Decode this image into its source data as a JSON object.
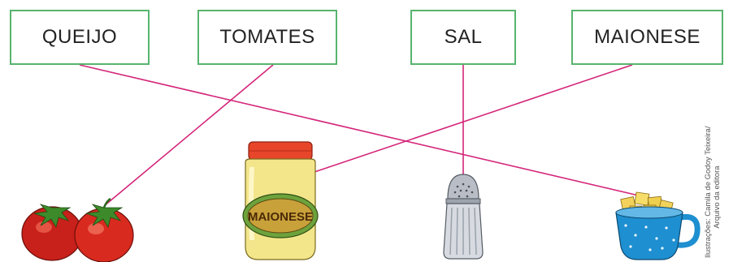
{
  "labels": {
    "queijo": "QUEIJO",
    "tomates": "TOMATES",
    "sal": "SAL",
    "maionese": "MAIONESE"
  },
  "jar_label": "MAIONESE",
  "credit": {
    "line1": "Ilustrações: Camila de Godoy Teixeira/",
    "line2": "Arquivo da editora"
  },
  "colors": {
    "box_border": "#57b46e",
    "connector_line": "#d4267a",
    "tomato": "#d92a1f",
    "jar_lid": "#e8462a",
    "jar_body": "#f3e58a",
    "cup": "#1e8fd0",
    "cheese": "#f2d25a",
    "shaker": "#c8ccd2"
  },
  "matches": [
    {
      "word": "QUEIJO",
      "image": "cheese-cup"
    },
    {
      "word": "TOMATES",
      "image": "tomatoes"
    },
    {
      "word": "SAL",
      "image": "salt-shaker"
    },
    {
      "word": "MAIONESE",
      "image": "mayonnaise-jar"
    }
  ]
}
